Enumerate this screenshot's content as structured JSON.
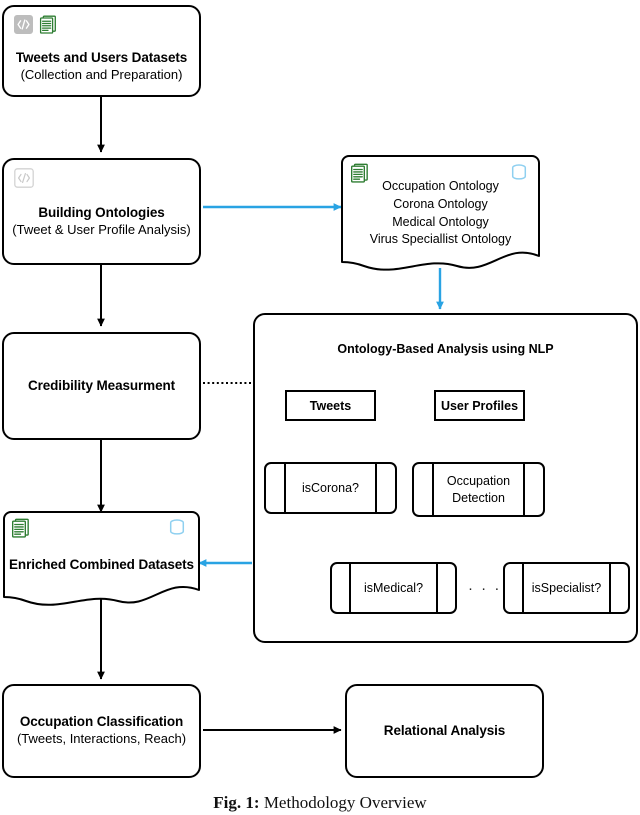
{
  "figure": {
    "caption_label": "Fig. 1:",
    "caption_text": "Methodology Overview"
  },
  "colors": {
    "stroke": "#000000",
    "accent_blue": "#29A3E3",
    "icon_green": "#2E7D32",
    "icon_blue": "#8FD0F0",
    "icon_gray": "#BDBDBD"
  },
  "nodes": {
    "datasets": {
      "title": "Tweets and Users Datasets",
      "subtitle": "(Collection and Preparation)",
      "icons": [
        "code-icon",
        "documents-icon"
      ]
    },
    "building_ontologies": {
      "title": "Building Ontologies",
      "subtitle": "(Tweet & User Profile Analysis)",
      "icons": [
        "code-icon"
      ]
    },
    "ontologies_doc": {
      "icons": [
        "documents-icon",
        "database-icon"
      ],
      "lines": [
        "Occupation Ontology",
        "Corona Ontology",
        "Medical Ontology",
        "Virus Speciallist Ontology"
      ]
    },
    "credibility": {
      "title": "Credibility Measurment"
    },
    "enriched": {
      "title": "Enriched Combined Datasets",
      "icons": [
        "documents-icon",
        "database-icon"
      ]
    },
    "occupation_classification": {
      "title": "Occupation Classification",
      "subtitle": "(Tweets, Interactions, Reach)"
    },
    "relational_analysis": {
      "title": "Relational Analysis"
    }
  },
  "nlp_panel": {
    "title": "Ontology-Based Analysis using NLP",
    "tweets": "Tweets",
    "user_profiles": "User Profiles",
    "is_corona": "isCorona?",
    "occupation_detection_line1": "Occupation",
    "occupation_detection_line2": "Detection",
    "is_medical": "isMedical?",
    "is_specialist": "isSpecialist?",
    "ellipsis": "· · ·"
  }
}
